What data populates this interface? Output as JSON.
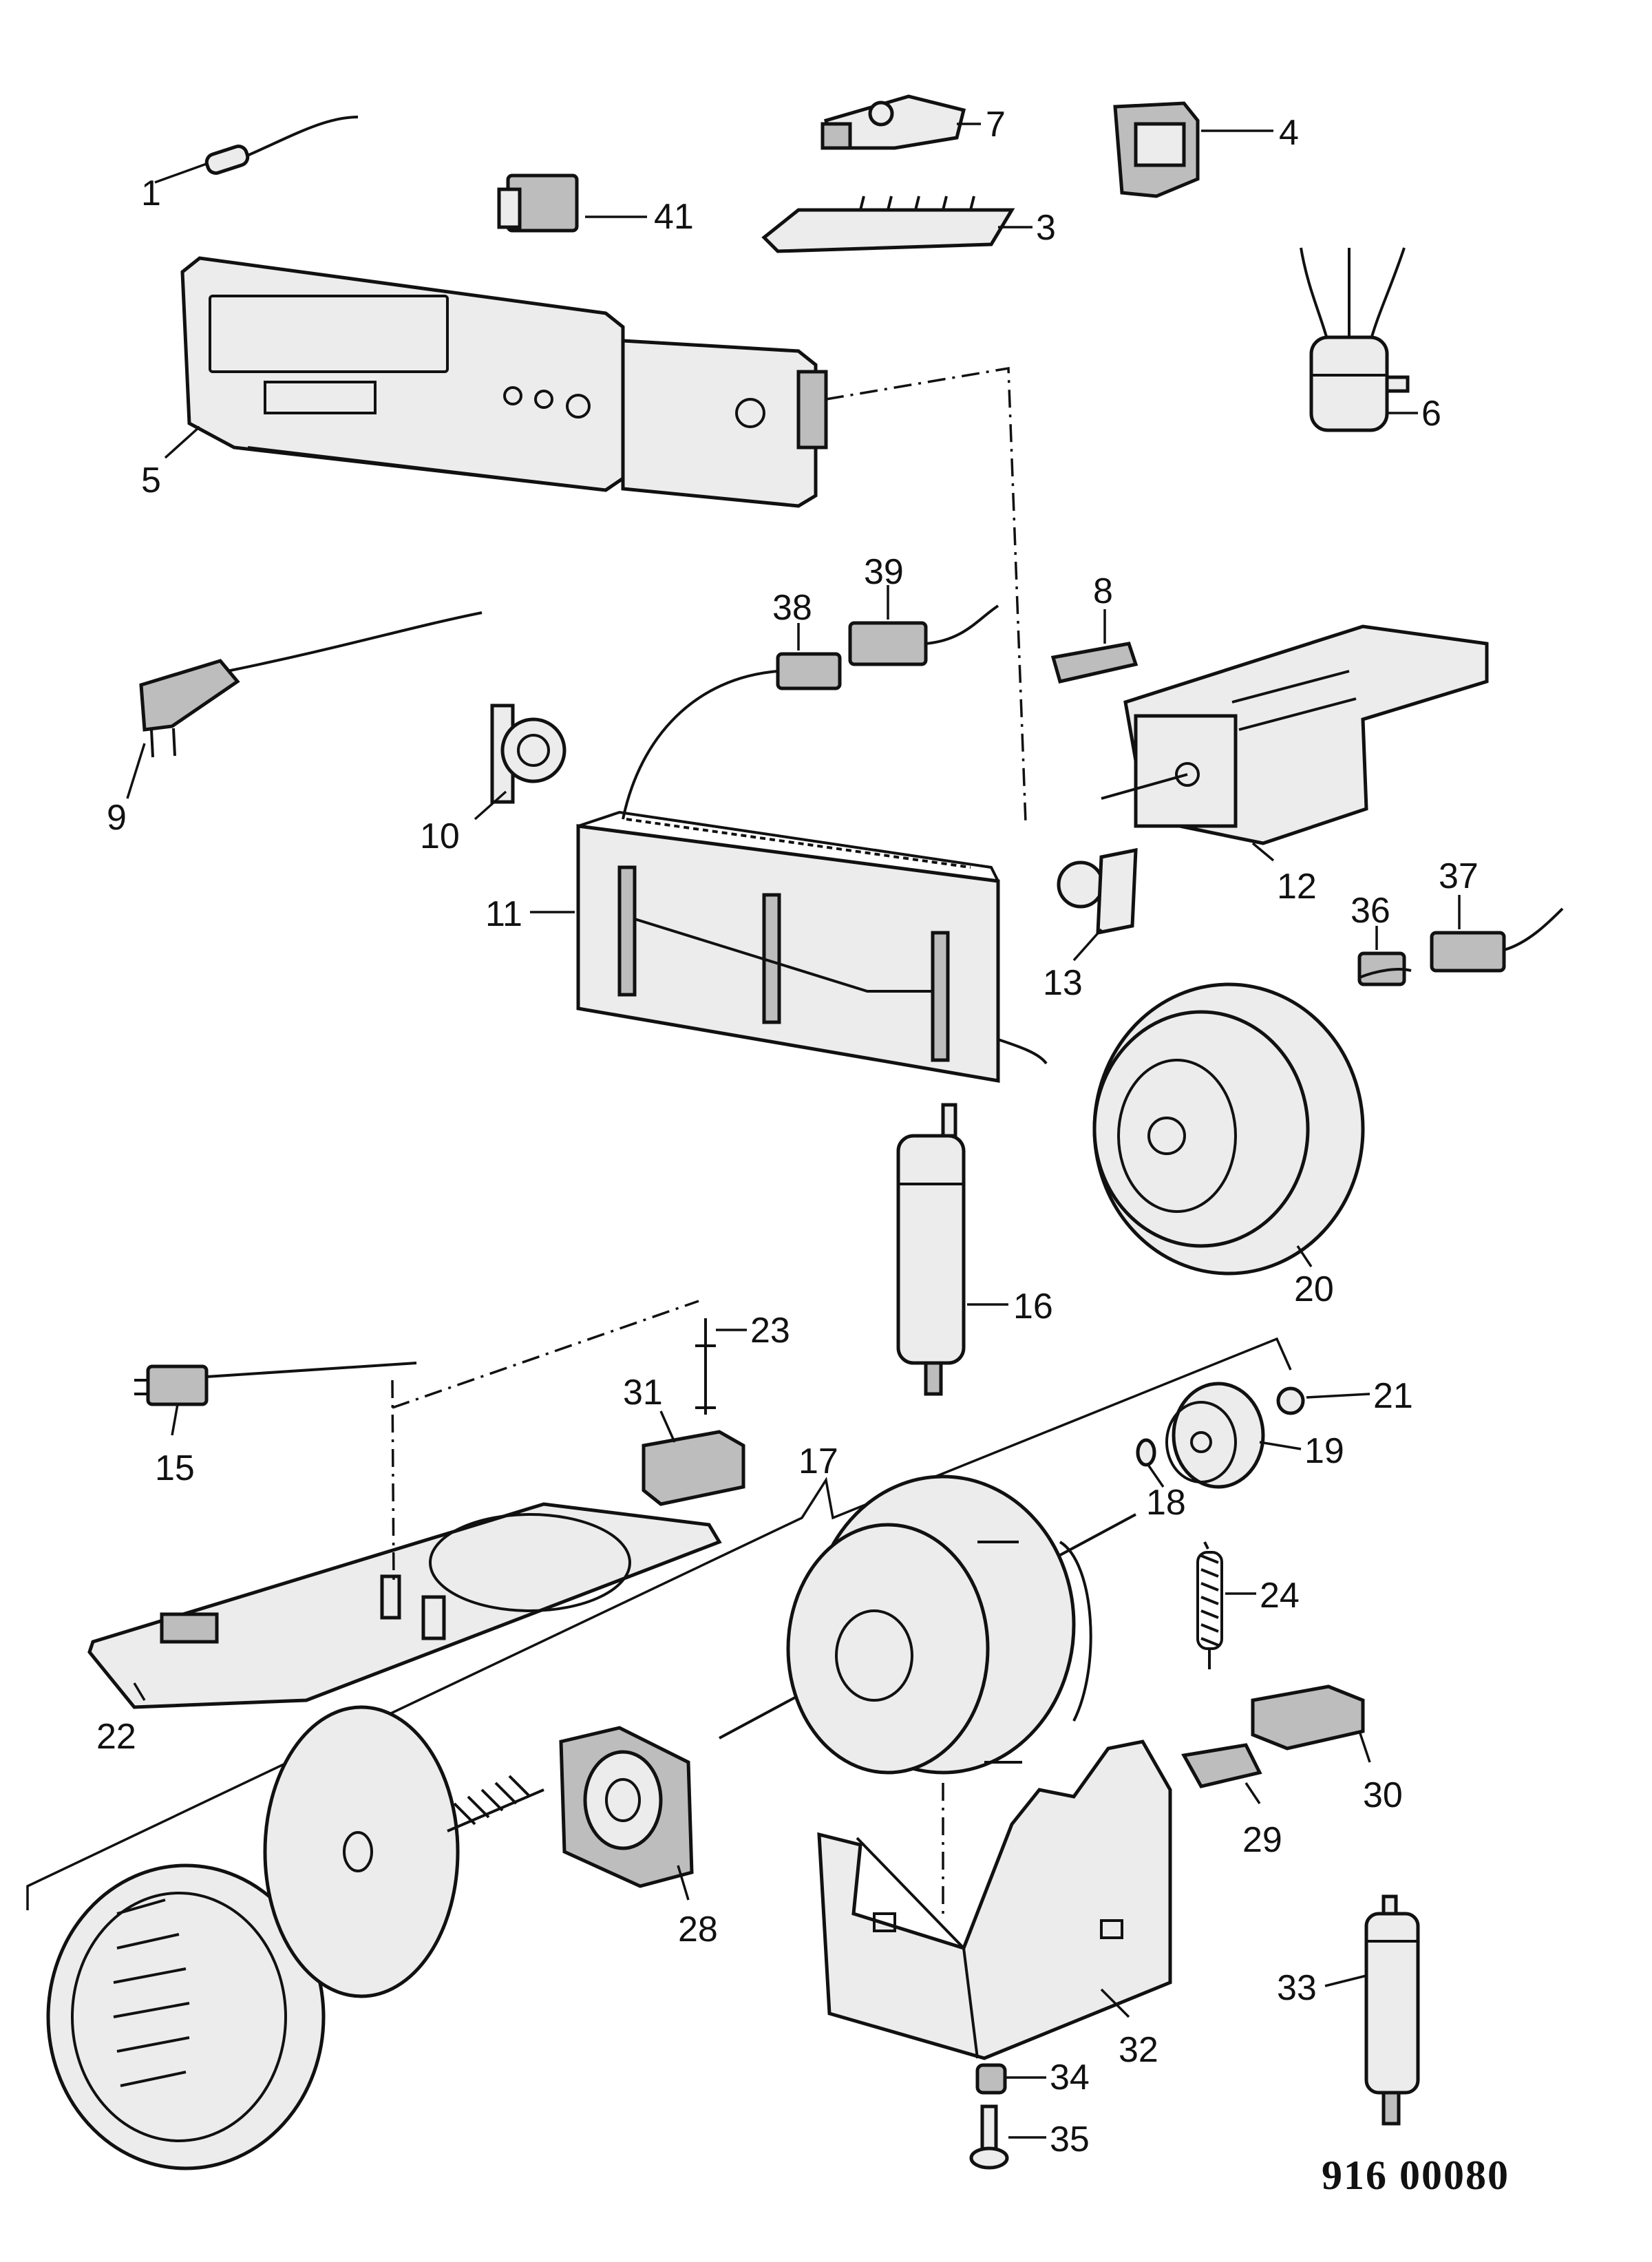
{
  "callouts": [
    {
      "id": "p1",
      "label": "1"
    },
    {
      "id": "p41",
      "label": "41"
    },
    {
      "id": "p7",
      "label": "7"
    },
    {
      "id": "p3",
      "label": "3"
    },
    {
      "id": "p4",
      "label": "4"
    },
    {
      "id": "p6",
      "label": "6"
    },
    {
      "id": "p5",
      "label": "5"
    },
    {
      "id": "p39",
      "label": "39"
    },
    {
      "id": "p38",
      "label": "38"
    },
    {
      "id": "p8",
      "label": "8"
    },
    {
      "id": "p9",
      "label": "9"
    },
    {
      "id": "p10",
      "label": "10"
    },
    {
      "id": "p11",
      "label": "11"
    },
    {
      "id": "p12",
      "label": "12"
    },
    {
      "id": "p13",
      "label": "13"
    },
    {
      "id": "p36",
      "label": "36"
    },
    {
      "id": "p37",
      "label": "37"
    },
    {
      "id": "p20",
      "label": "20"
    },
    {
      "id": "p16",
      "label": "16"
    },
    {
      "id": "p23",
      "label": "23"
    },
    {
      "id": "p31",
      "label": "31"
    },
    {
      "id": "p15",
      "label": "15"
    },
    {
      "id": "p17",
      "label": "17"
    },
    {
      "id": "p21",
      "label": "21"
    },
    {
      "id": "p19",
      "label": "19"
    },
    {
      "id": "p18",
      "label": "18"
    },
    {
      "id": "p24",
      "label": "24"
    },
    {
      "id": "p22",
      "label": "22"
    },
    {
      "id": "p28",
      "label": "28"
    },
    {
      "id": "p30",
      "label": "30"
    },
    {
      "id": "p29",
      "label": "29"
    },
    {
      "id": "p32",
      "label": "32"
    },
    {
      "id": "p33",
      "label": "33"
    },
    {
      "id": "p34",
      "label": "34"
    },
    {
      "id": "p35",
      "label": "35"
    }
  ],
  "reference_number": "916 00080"
}
